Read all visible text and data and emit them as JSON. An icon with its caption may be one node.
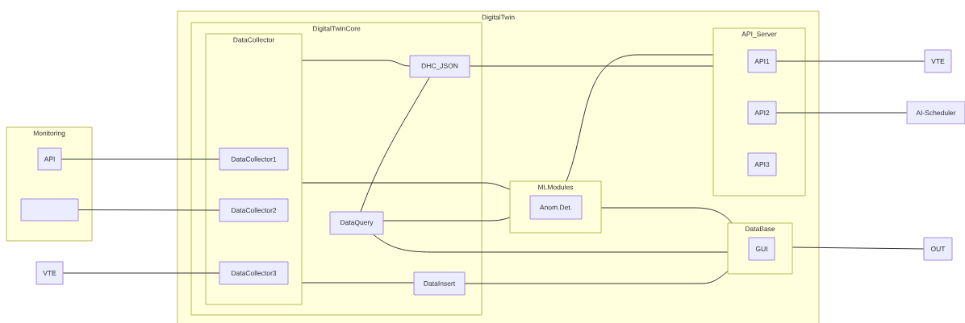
{
  "diagram": {
    "nodes": [
      {
        "text": [
          "Monitoring"
        ]
      },
      {
        "text": [
          "API"
        ],
        "in": 0
      },
      {
        "text": [],
        "shape": "box",
        "in": 0
      },
      {
        "text": [
          "VTE"
        ]
      },
      {
        "text": [
          "DigitalTwin"
        ]
      },
      {
        "text": [
          "DigitalTwinCore"
        ],
        "in": 4
      },
      {
        "text": [
          "DataCollector"
        ],
        "in": 5
      },
      {
        "text": [
          "DataCollector1"
        ],
        "in": 6
      },
      {
        "text": [
          "DataCollector2"
        ],
        "in": 6
      },
      {
        "text": [
          "DataCollector3"
        ],
        "in": 6
      },
      {
        "text": [
          "DHC_JSON"
        ],
        "in": 5
      },
      {
        "text": [
          "DataQuery"
        ],
        "in": 5
      },
      {
        "text": [
          "DataInsert"
        ],
        "in": 5
      },
      {
        "text": [
          "API_Server"
        ],
        "in": 4
      },
      {
        "text": [
          "API1"
        ],
        "in": 13
      },
      {
        "text": [
          "API2"
        ],
        "in": 13
      },
      {
        "text": [
          "API3"
        ],
        "in": 13
      },
      {
        "text": [
          "MLModules"
        ],
        "in": 4
      },
      {
        "text": [
          "Anom.Det."
        ],
        "in": 17
      },
      {
        "text": [
          "DataBase"
        ],
        "in": 4
      },
      {
        "text": [
          "GUI"
        ],
        "in": 19
      },
      {
        "text": [
          "VTE"
        ]
      },
      {
        "text": [
          "AI-Scheduler"
        ]
      },
      {
        "text": [
          "OUT"
        ]
      }
    ],
    "edges": [
      {
        "from": 1,
        "to": 7,
        "arrow": "none"
      },
      {
        "from": 2,
        "to": 8,
        "arrow": "none"
      },
      {
        "from": 3,
        "to": 9,
        "arrow": "none"
      },
      {
        "from": 6,
        "to": 10,
        "arrow": "none"
      },
      {
        "from": 6,
        "to": 17,
        "arrow": "none"
      },
      {
        "from": 6,
        "to": 12,
        "arrow": "none"
      },
      {
        "from": 10,
        "to": 13,
        "arrow": "none"
      },
      {
        "from": 10,
        "to": 11,
        "arrow": "none"
      },
      {
        "from": 17,
        "to": 13,
        "arrow": "none"
      },
      {
        "from": 11,
        "to": 17,
        "arrow": "none"
      },
      {
        "from": 11,
        "to": 19,
        "arrow": "none"
      },
      {
        "from": 17,
        "to": 19,
        "arrow": "none"
      },
      {
        "from": 12,
        "to": 19,
        "arrow": "none"
      },
      {
        "from": 14,
        "to": 21,
        "arrow": "none"
      },
      {
        "from": 15,
        "to": 22,
        "arrow": "none"
      },
      {
        "from": 19,
        "to": 23,
        "arrow": "none"
      }
    ]
  }
}
